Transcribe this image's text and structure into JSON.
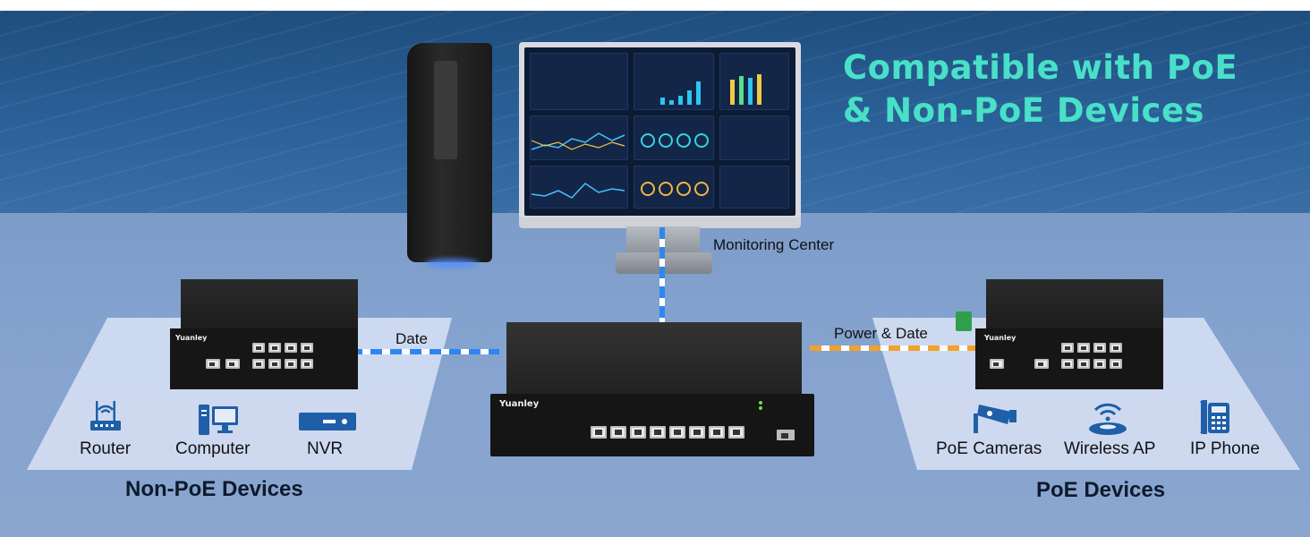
{
  "headline": {
    "line1": "Compatible with PoE",
    "line2": "& Non-PoE Devices"
  },
  "links": {
    "monitoring": "Monitoring Center",
    "data_left": "Date",
    "power_data_right": "Power & Date"
  },
  "groups": {
    "non_poe": "Non-PoE Devices",
    "poe": "PoE Devices"
  },
  "non_poe_devices": [
    {
      "label": "Router",
      "icon": "router-icon"
    },
    {
      "label": "Computer",
      "icon": "computer-icon"
    },
    {
      "label": "NVR",
      "icon": "nvr-icon"
    }
  ],
  "poe_devices": [
    {
      "label": "PoE Cameras",
      "icon": "camera-icon"
    },
    {
      "label": "Wireless AP",
      "icon": "wireless-ap-icon"
    },
    {
      "label": "IP Phone",
      "icon": "ip-phone-icon"
    }
  ],
  "brand": "Yuanley",
  "colors": {
    "headline": "#49e0c8",
    "data_line": "#2e86f0",
    "power_line": "#f0a12e",
    "icon": "#1f5fa8"
  }
}
